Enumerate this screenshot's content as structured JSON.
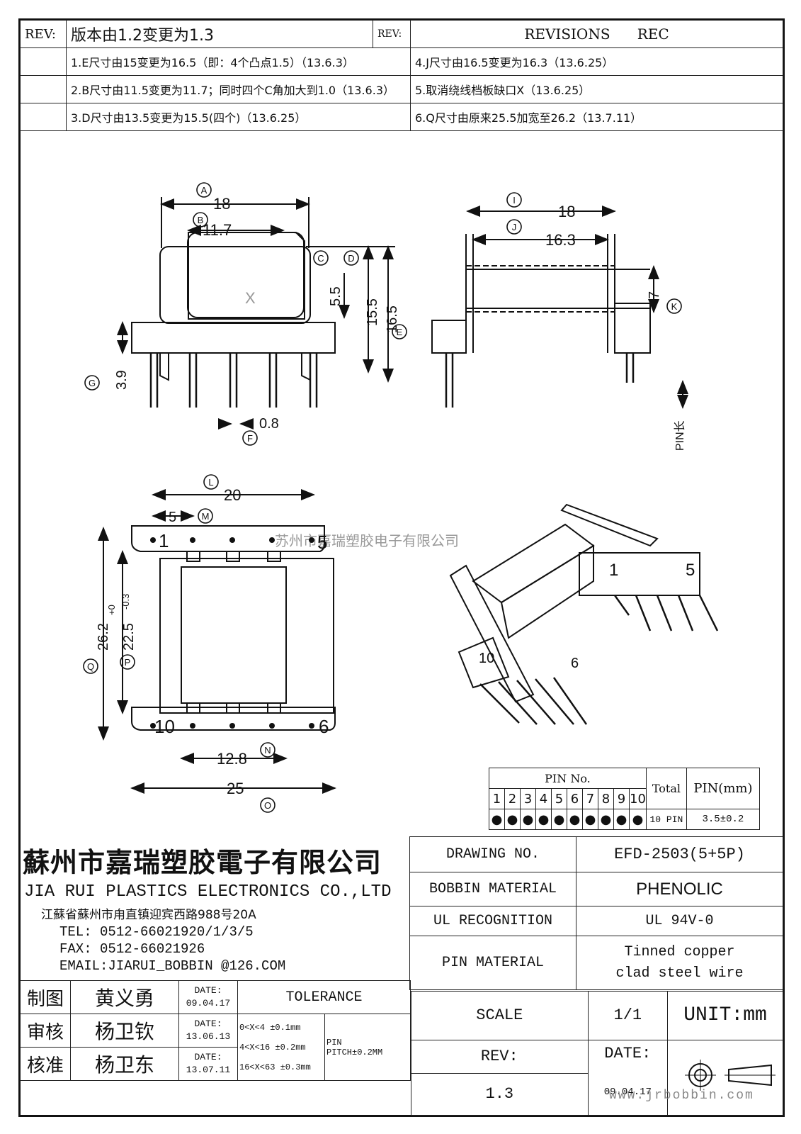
{
  "revisions": {
    "rev_label": "REV:",
    "version_change": "版本由1.2变更为1.3",
    "rev_label_2": "REV:",
    "revisions_header": "REVISIONS",
    "rec_header": "REC",
    "items": [
      "1.E尺寸由15变更为16.5（即：4个凸点1.5）（13.6.3）",
      "4.J尺寸由16.5变更为16.3（13.6.25）",
      "2.B尺寸由11.5变更为11.7；同时四个C角加大到1.0（13.6.3）",
      "5.取消绕线档板缺口X（13.6.25）",
      "3.D尺寸由13.5变更为15.5(四个)（13.6.25）",
      "6.Q尺寸由原来25.5加宽至26.2（13.7.11）"
    ]
  },
  "dimensions": {
    "A": "18",
    "B": "11.7",
    "C": "C",
    "D": "D",
    "E": "E",
    "h_5_5": "5.5",
    "h_15_5": "15.5",
    "h_16_5": "16.5",
    "G_3_9": "3.9",
    "F_0_8": "0.8",
    "I_18": "18",
    "J_16_3": "16.3",
    "K_7": "7",
    "pin_len": "PIN长",
    "L_20": "20",
    "M_5": "5",
    "Q_26_2": "26.2",
    "P_22_5": "22.5",
    "tol_plus": "+0",
    "tol_minus": "-0.3",
    "N_12_8": "12.8",
    "O_25": "25"
  },
  "labels": {
    "circles": [
      "A",
      "B",
      "C",
      "D",
      "E",
      "F",
      "G",
      "I",
      "J",
      "K",
      "L",
      "M",
      "N",
      "O",
      "P",
      "Q"
    ],
    "pin_1": "1",
    "pin_5": "5",
    "pin_6": "6",
    "pin_10": "10",
    "watermark": "苏州市嘉瑞塑胶电子有限公司",
    "x_mark": "X"
  },
  "pin_table": {
    "header": "PIN No.",
    "numbers": [
      "1",
      "2",
      "3",
      "4",
      "5",
      "6",
      "7",
      "8",
      "9",
      "10"
    ],
    "total_label": "Total",
    "pin_unit": "PIN(mm)",
    "total_value": "10 PIN",
    "pin_value": "3.5±0.2"
  },
  "company": {
    "name_cn": "蘇州市嘉瑞塑胶電子有限公司",
    "name_en": "JIA RUI PLASTICS ELECTRONICS CO.,LTD",
    "address": "江蘇省蘇州市甪直镇迎宾西路988号20A",
    "tel": "TEL: 0512-66021920/1/3/5",
    "fax": "FAX: 0512-66021926",
    "email": "EMAIL:JIARUI_BOBBIN @126.COM"
  },
  "spec": {
    "drawing_no_label": "DRAWING   NO.",
    "drawing_no": "EFD-2503(5+5P)",
    "bobbin_label": "BOBBIN  MATERIAL",
    "bobbin_value": "PHENOLIC",
    "ul_label": "UL RECOGNITION",
    "ul_value": "UL 94V-0",
    "pin_mat_label": "PIN MATERIAL",
    "pin_mat_value_1": "Tinned copper",
    "pin_mat_value_2": "clad steel wire"
  },
  "signoff": {
    "rows": [
      {
        "role": "制图",
        "name": "黄义勇",
        "date_label": "DATE:",
        "date": "09.04.17"
      },
      {
        "role": "审核",
        "name": "杨卫钦",
        "date_label": "DATE:",
        "date": "13.06.13"
      },
      {
        "role": "核准",
        "name": "杨卫东",
        "date_label": "DATE:",
        "date": "13.07.11"
      }
    ],
    "tolerance_label": "TOLERANCE",
    "tol_1": "0<X<4  ±0.1mm",
    "tol_2": "4<X<16 ±0.2mm",
    "tol_3": "16<X<63 ±0.3mm",
    "pin_label": "PIN",
    "pitch": "PITCH±0.2MM"
  },
  "footer": {
    "scale_label": "SCALE",
    "scale_value": "1/1",
    "unit": "UNIT:mm",
    "rev_label": "REV:",
    "rev_value": "1.3",
    "date_label": "DATE:",
    "date_value": "09.04.17",
    "website": "www.jrbobbin.com"
  }
}
